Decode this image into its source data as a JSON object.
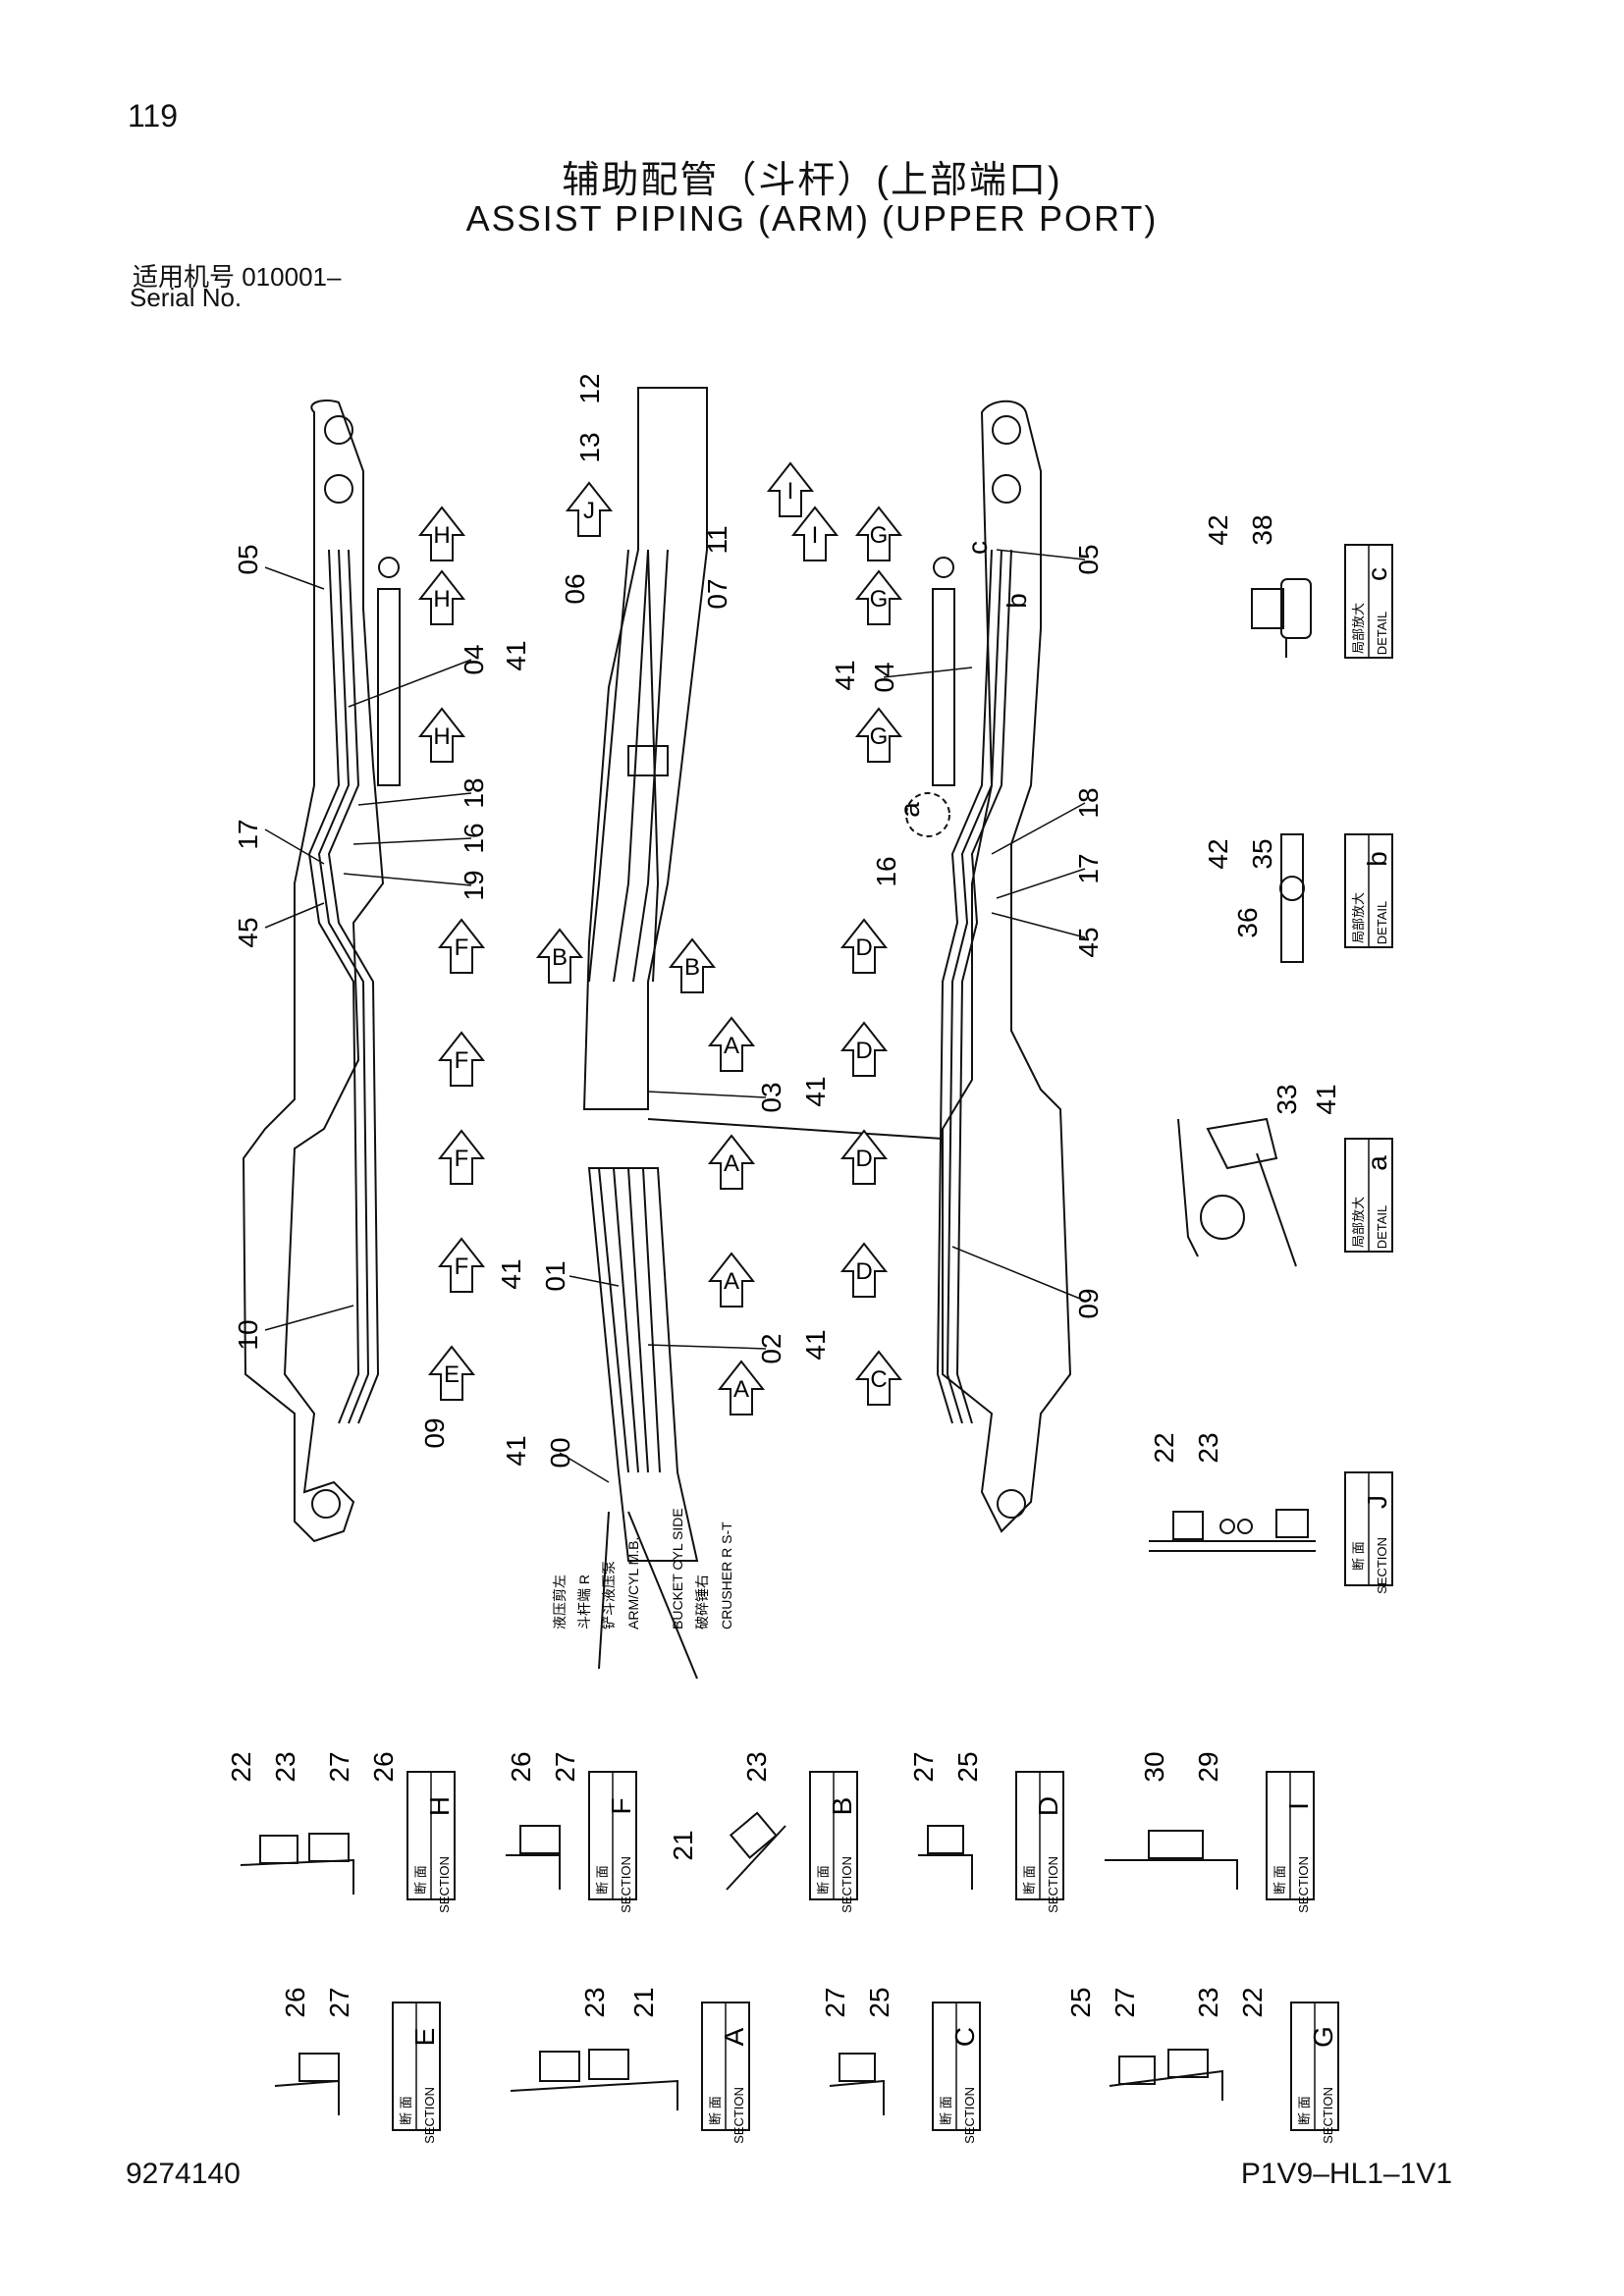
{
  "header": {
    "page_number": "119",
    "title_cn": "辅助配管（斗杆）(上部端口)",
    "title_en": "ASSIST PIPING (ARM) (UPPER PORT)",
    "serial_cn": "适用机号 010001–",
    "serial_en": "Serial No."
  },
  "footer": {
    "doc_number": "9274140",
    "page_code": "P1V9–HL1–1V1"
  },
  "labels": {
    "section_cn": "断 面",
    "section_en": "SECTION",
    "detail_cn": "局部放大",
    "detail_en": "DETAIL"
  },
  "part_callouts": {
    "left_arm": [
      "05",
      "04",
      "41",
      "18",
      "16",
      "17",
      "19",
      "45",
      "10",
      "09"
    ],
    "center_arm": [
      "12",
      "13",
      "11",
      "06",
      "07",
      "03",
      "41",
      "41",
      "01",
      "02",
      "41",
      "41",
      "00"
    ],
    "right_arm": [
      "05",
      "41",
      "04",
      "18",
      "17",
      "16",
      "45",
      "09",
      "a",
      "b",
      "c"
    ],
    "detail_c": [
      "42",
      "38"
    ],
    "detail_b": [
      "42",
      "35",
      "36"
    ],
    "detail_a": [
      "33",
      "41"
    ],
    "section_j": [
      "22",
      "23"
    ]
  },
  "section_markers": {
    "left_column": [
      "H",
      "H",
      "H",
      "F",
      "F",
      "F",
      "F",
      "E"
    ],
    "center_column": [
      "J",
      "I",
      "I",
      "B",
      "B",
      "A",
      "A",
      "A",
      "A"
    ],
    "right_column": [
      "G",
      "G",
      "G",
      "D",
      "D",
      "D",
      "D",
      "C"
    ]
  },
  "hose_labels": [
    "液压剪左",
    "斗杆端 R",
    "铲斗液压泵",
    "破碎锤右",
    "ARM/CYL M.B.",
    "BUCKET CYL SIDE",
    "CRUSHER R S-T"
  ],
  "details": [
    {
      "letter": "c",
      "parts": [
        "42",
        "38"
      ]
    },
    {
      "letter": "b",
      "parts": [
        "42",
        "35",
        "36"
      ]
    },
    {
      "letter": "a",
      "parts": [
        "33",
        "41"
      ]
    }
  ],
  "sections_row1": [
    {
      "letter": "H",
      "parts": [
        "22",
        "23",
        "27",
        "26"
      ]
    },
    {
      "letter": "F",
      "parts": [
        "26",
        "27"
      ]
    },
    {
      "letter": "B",
      "parts": [
        "21",
        "23"
      ]
    },
    {
      "letter": "D",
      "parts": [
        "27",
        "25"
      ]
    },
    {
      "letter": "I",
      "parts": [
        "30",
        "29"
      ]
    }
  ],
  "sections_row2": [
    {
      "letter": "E",
      "parts": [
        "26",
        "27"
      ]
    },
    {
      "letter": "A",
      "parts": [
        "23",
        "21"
      ]
    },
    {
      "letter": "C",
      "parts": [
        "27",
        "25"
      ]
    },
    {
      "letter": "G",
      "parts": [
        "25",
        "27",
        "23",
        "22"
      ]
    }
  ],
  "section_j": {
    "letter": "J",
    "parts": [
      "22",
      "23"
    ]
  }
}
